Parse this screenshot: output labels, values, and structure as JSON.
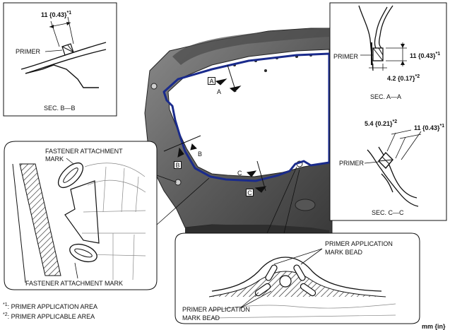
{
  "dims": {
    "b_width": "11 {0.43}",
    "b_width_note": "*1",
    "a_width": "11 {0.43}",
    "a_width_note": "*1",
    "a_depth": "4.2 {0.17}",
    "a_depth_note": "*2",
    "c_depth": "5.4 {0.21}",
    "c_depth_note": "*2",
    "c_width": "11 {0.43}",
    "c_width_note": "*1"
  },
  "labels": {
    "primer": "PRIMER",
    "sec_a": "SEC. A—A",
    "sec_b": "SEC. B—B",
    "sec_c": "SEC. C—C",
    "fastener_mark_top_line1": "FASTENER ATTACHMENT",
    "fastener_mark_top_line2": "MARK",
    "fastener_mark_bottom": "FASTENER ATTACHMENT MARK",
    "bead_top_line1": "PRIMER APPLICATION",
    "bead_top_line2": "MARK BEAD",
    "bead_bottom_line1": "PRIMER APPLICATION",
    "bead_bottom_line2": "MARK BEAD",
    "units": "mm {in}"
  },
  "section_tags": {
    "a": "A",
    "b": "B",
    "c": "C"
  },
  "legend": [
    {
      "mark": "*1",
      "text": ": PRIMER APPLICATION AREA"
    },
    {
      "mark": "*2",
      "text": ": PRIMER APPLICABLE AREA"
    }
  ],
  "colors": {
    "bead": "#1a2b8c",
    "panel": "#6b6b6b",
    "panel_dark": "#3c3c3c",
    "line": "#111111"
  }
}
